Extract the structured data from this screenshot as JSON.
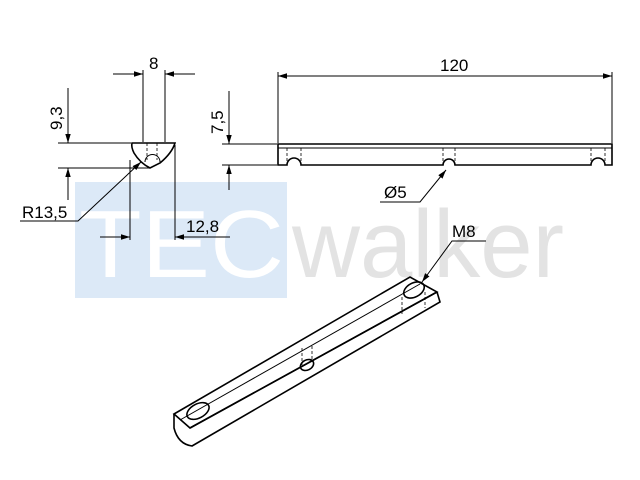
{
  "watermark": {
    "brand_part1": "TEC",
    "brand_part2": "walker",
    "box_color": "#dce9f7",
    "text_color": "#e3e3e3"
  },
  "dimensions": {
    "width": "8",
    "height_total": "9,3",
    "radius": "R13,5",
    "length_bottom": "12,8",
    "height_side": "7,5",
    "length_total": "120",
    "hole_diameter": "Ø5",
    "thread": "M8"
  }
}
